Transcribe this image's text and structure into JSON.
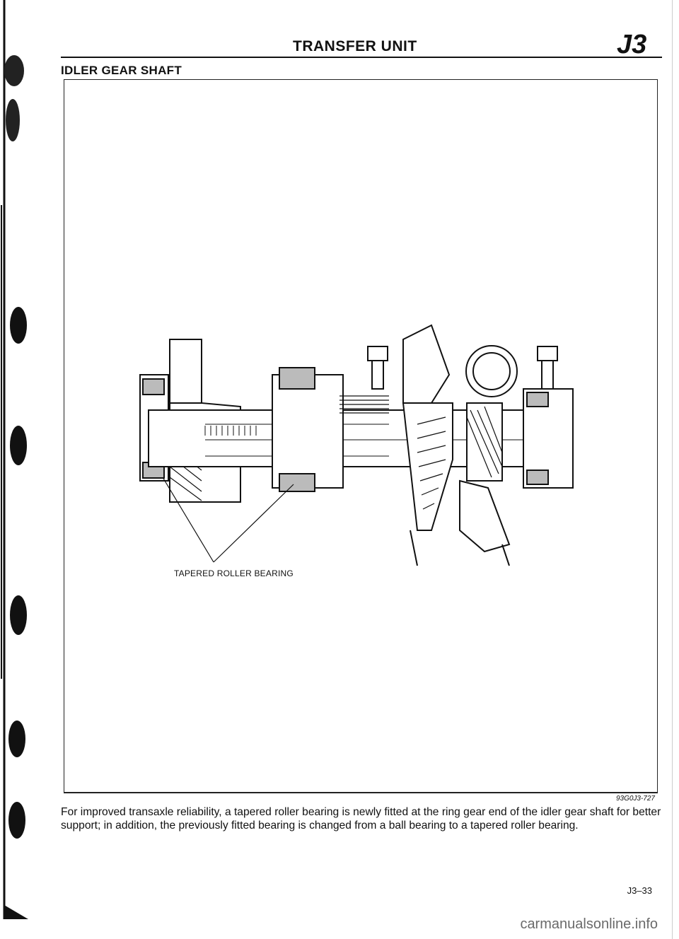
{
  "header": {
    "title": "TRANSFER UNIT",
    "section_code": "J3"
  },
  "section": {
    "title": "IDLER GEAR SHAFT"
  },
  "figure": {
    "callout": "TAPERED ROLLER BEARING",
    "code": "93G0J3-727"
  },
  "body": {
    "paragraph": "For improved transaxle reliability, a tapered roller bearing is newly fitted at the ring gear end of the idler gear shaft for better support; in addition, the previously fitted bearing is changed from a ball bearing to a tapered roller bearing."
  },
  "footer": {
    "page_number": "J3–33",
    "watermark": "carmanualsonline.info"
  }
}
